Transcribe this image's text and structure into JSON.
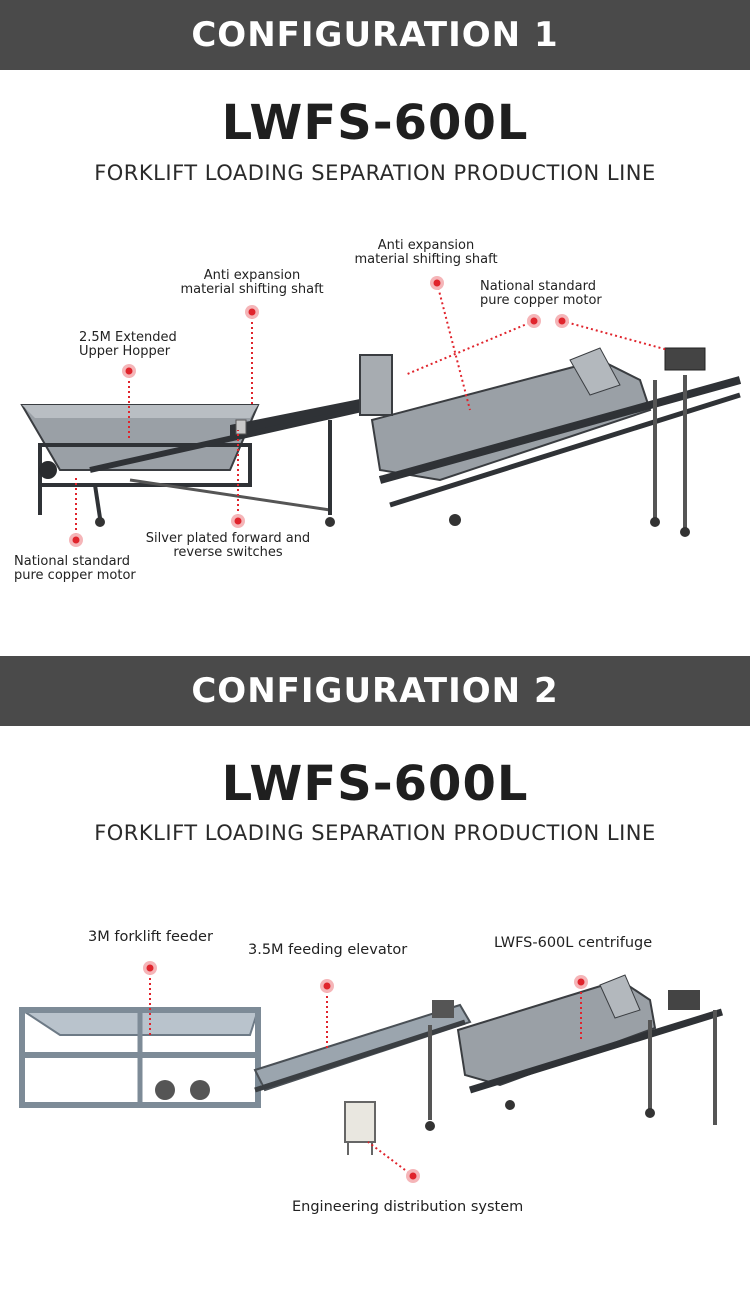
{
  "sections": [
    {
      "banner": "CONFIGURATION 1",
      "model": "LWFS-600L",
      "subtitle": "FORKLIFT LOADING SEPARATION PRODUCTION LINE",
      "labels": {
        "shaft_right_1": "Anti expansion",
        "shaft_right_2": "material shifting shaft",
        "shaft_left_1": "Anti expansion",
        "shaft_left_2": "material shifting shaft",
        "motor_right_1": "National standard",
        "motor_right_2": "pure copper motor",
        "hopper_1": "2.5M Extended",
        "hopper_2": "Upper Hopper",
        "switch_1": "Silver plated forward and",
        "switch_2": "reverse switches",
        "motor_left_1": "National standard",
        "motor_left_2": "pure copper motor"
      }
    },
    {
      "banner": "CONFIGURATION 2",
      "model": "LWFS-600L",
      "subtitle": "FORKLIFT LOADING SEPARATION PRODUCTION LINE",
      "labels": {
        "feeder": "3M forklift feeder",
        "elevator": "3.5M feeding elevator",
        "centrifuge": "LWFS-600L centrifuge",
        "distribution": "Engineering distribution system"
      }
    }
  ],
  "colors": {
    "banner_bg": "#4a4a4a",
    "marker": "#e0242c",
    "steel": "#8e9399",
    "frame": "#2f3236"
  }
}
